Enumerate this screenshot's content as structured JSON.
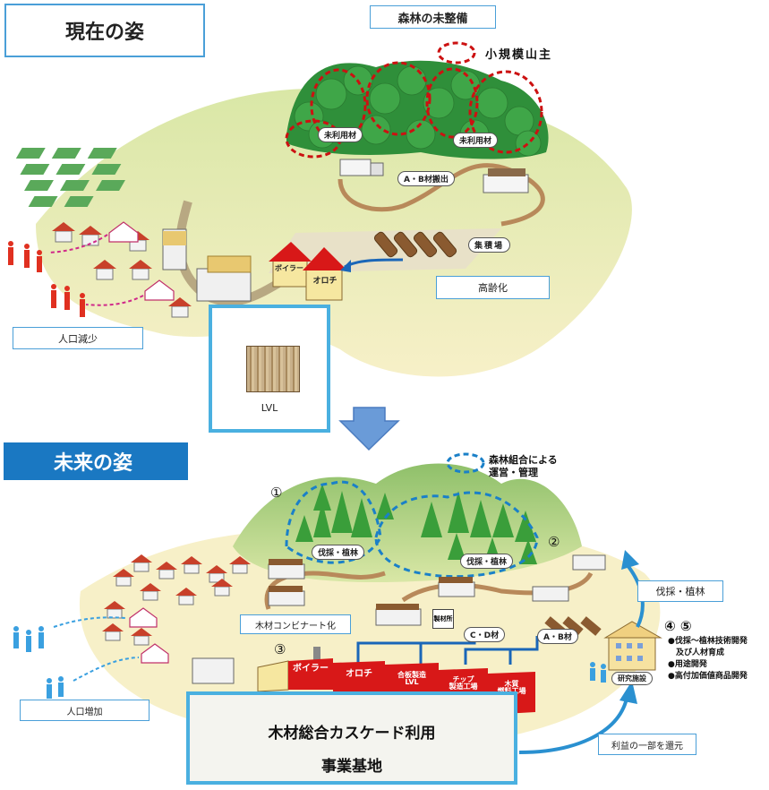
{
  "present": {
    "title": "現在の姿",
    "forest_label": "森林の未整備",
    "legend_small_owner": "小規模山主",
    "unused_1": "未利用材",
    "unused_2": "未利用材",
    "ab_out": "A・B材搬出",
    "yard": "集積場",
    "aging": "高齢化",
    "pop_decline": "人口減少",
    "boiler": "ボイラー",
    "orochi": "オロチ",
    "lvl": "LVL"
  },
  "future": {
    "title": "未来の姿",
    "legend_coop": "森林組合による\n運営・管理",
    "num1": "①",
    "num2": "②",
    "num3": "③",
    "num45": "④ ⑤",
    "harvest_1": "伐採・植林",
    "harvest_2": "伐採・植林",
    "harvest_arrow": "伐採・植林",
    "combinat": "木材コンビナート化",
    "sawmill": "製材所",
    "cd": "C・D材",
    "ab": "A・B材",
    "boiler": "ボイラー",
    "orochi": "オロチ",
    "plywood": "合板製造\nLVL",
    "chip": "チップ\n製造工場",
    "pellet": "木質\n燃料工場",
    "research": "研究施設",
    "bullets": [
      "●伐採～植林技術開発",
      "　及び人材育成",
      "●用途開発",
      "●高付加価値商品開発"
    ],
    "pop_increase": "人口増加",
    "main_line1": "木材総合カスケード利用",
    "main_line2": "事業基地",
    "profit_return": "利益の一部を還元"
  },
  "colors": {
    "accent_blue": "#4a9fd8",
    "title_bar_blue": "#1a78c2",
    "red_dashed": "#cc1111",
    "tree_green": "#3a9e3a",
    "ground": "#f6efc2",
    "path_brown": "#b8895a",
    "roof_red": "#d81818",
    "person_red": "#e03020",
    "person_blue": "#3aa0e0"
  }
}
